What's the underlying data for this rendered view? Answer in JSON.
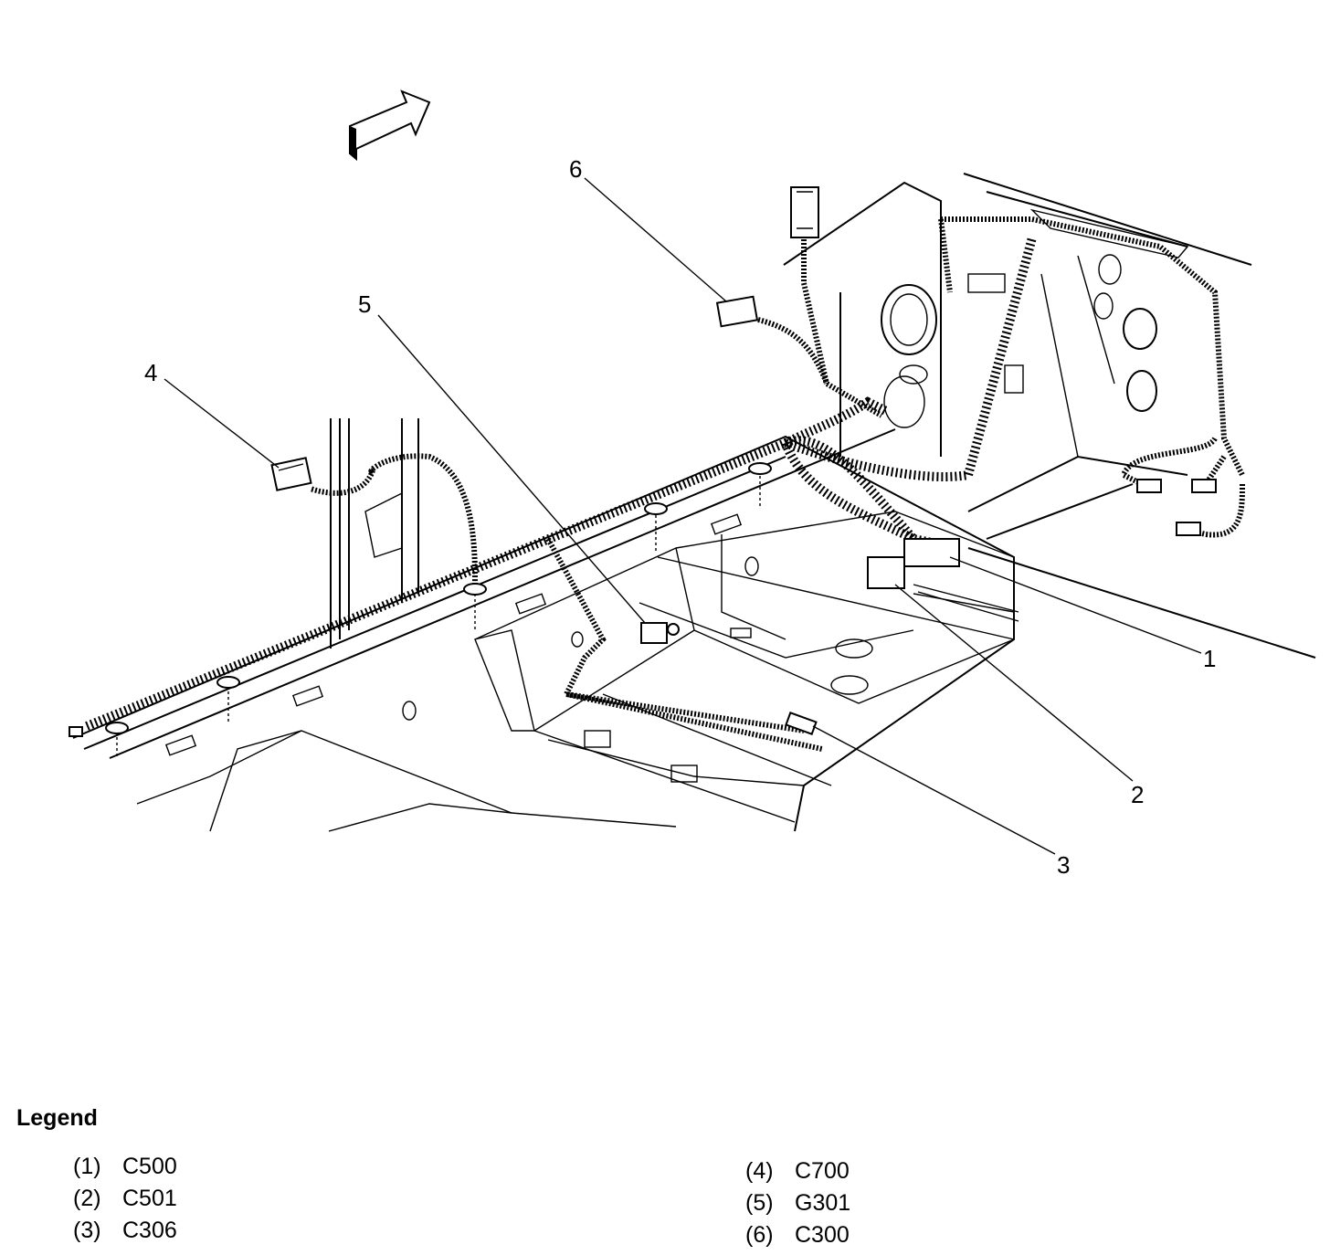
{
  "callouts": {
    "c1": "1",
    "c2": "2",
    "c3": "3",
    "c4": "4",
    "c5": "5",
    "c6": "6"
  },
  "legend": {
    "title": "Legend",
    "items": [
      {
        "num": "(1)",
        "code": "C500"
      },
      {
        "num": "(2)",
        "code": "C501"
      },
      {
        "num": "(3)",
        "code": "C306"
      },
      {
        "num": "(4)",
        "code": "C700"
      },
      {
        "num": "(5)",
        "code": "G301"
      },
      {
        "num": "(6)",
        "code": "C300"
      }
    ]
  },
  "icons": {
    "direction_arrow": "forward-arrow-icon"
  }
}
